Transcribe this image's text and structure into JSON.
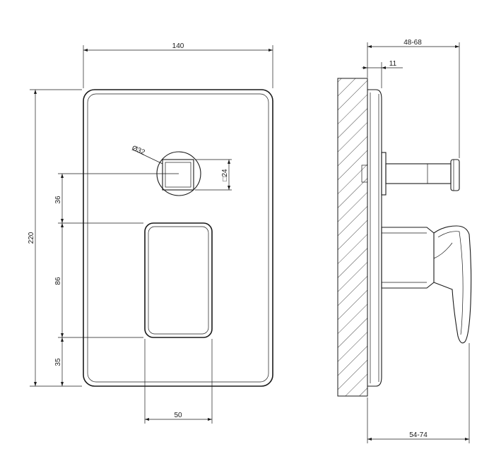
{
  "front_view": {
    "dimensions": {
      "width": "140",
      "height": "220",
      "diameter": "Ø32",
      "square": "□24",
      "offset_top": "36",
      "lever_height": "86",
      "offset_bottom": "35",
      "lever_width": "50"
    }
  },
  "side_view": {
    "dimensions": {
      "depth_spindle": "48-68",
      "plate_thickness": "11",
      "depth_lever": "54-74"
    }
  }
}
